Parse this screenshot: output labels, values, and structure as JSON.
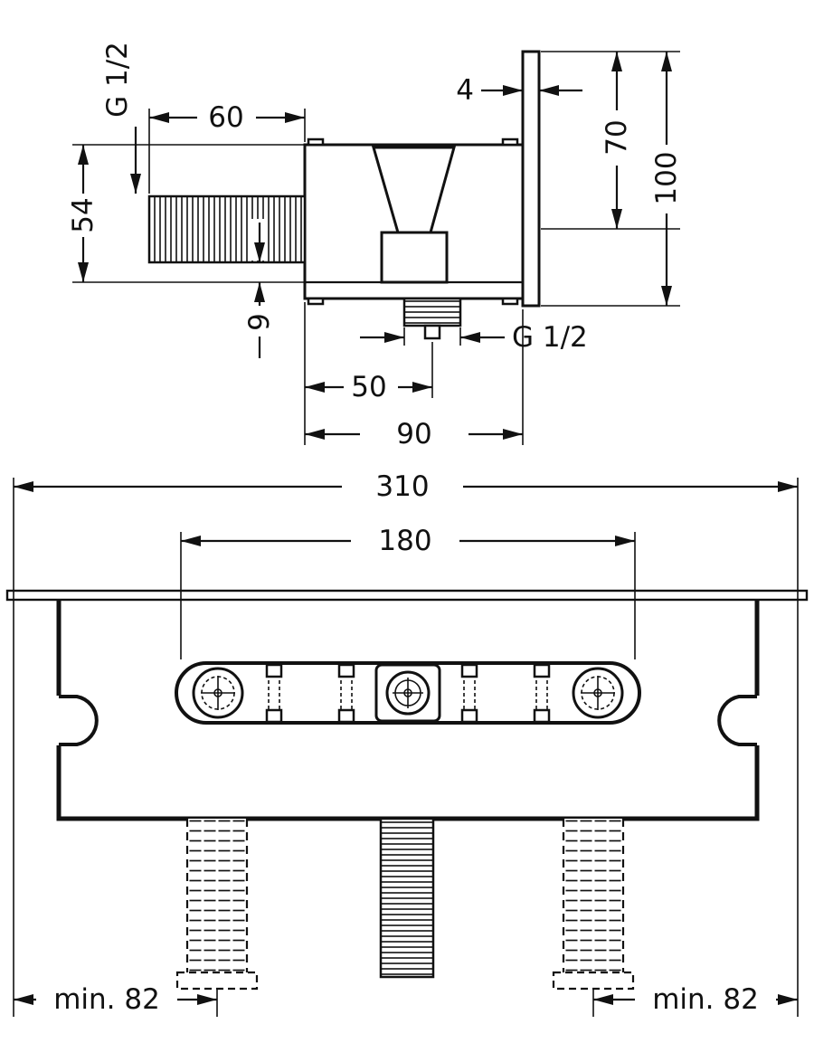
{
  "drawing": {
    "type": "installation-dimension-drawing",
    "subject": "concealed shower valve basic set",
    "side_view": {
      "thread_top_label": "G 1/2",
      "dim_60": "60",
      "dim_54": "54",
      "dim_9": "9",
      "dim_4": "4",
      "dim_70": "70",
      "dim_100": "100",
      "thread_bottom_label": "G 1/2",
      "dim_50": "50",
      "dim_90": "90"
    },
    "front_view": {
      "dim_310": "310",
      "dim_180": "180",
      "min_82_left": "min. 82",
      "min_82_right": "min. 82"
    },
    "colors": {
      "line": "#111111",
      "background": "#ffffff"
    }
  }
}
